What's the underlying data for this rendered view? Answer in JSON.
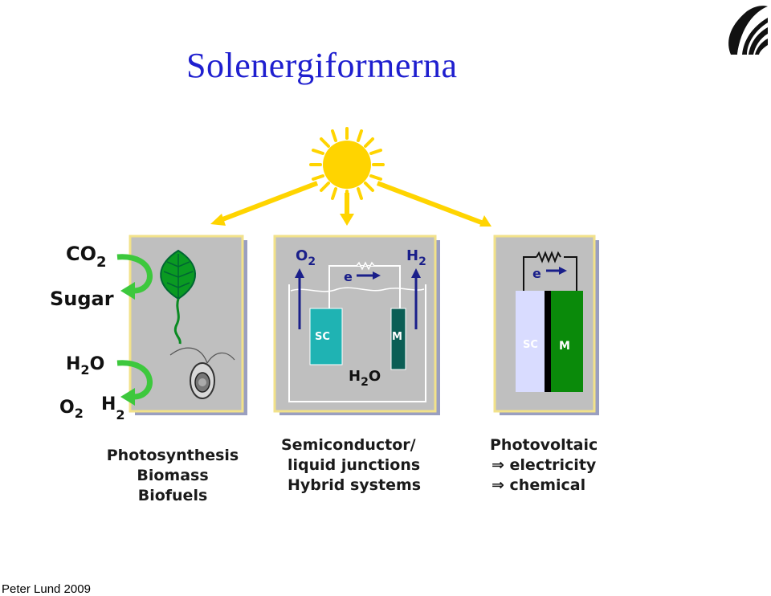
{
  "title": "Solenergiformerna",
  "footer": "Peter Lund 2009",
  "icons": {
    "logo": "university-logo-icon",
    "sun": "sun-icon",
    "leaf": "leaf-icon",
    "cell": "algae-cell-icon"
  },
  "colors": {
    "title": "#1f1fcf",
    "sun": "#ffd400",
    "panel": "#bfbfbf",
    "panel_border": "#f2e28a",
    "green_arrow": "#3dc83d",
    "sc_teal": "#1fb3b3",
    "m_dark_teal": "#0b5e55",
    "pv_m_green": "#0a8a0a",
    "pv_sc_light": "#d9dcff"
  },
  "panel1": {
    "co2": "CO",
    "co2_sub": "2",
    "sugar": "Sugar",
    "h2o_h": "H",
    "h2o_sub": "2",
    "h2o_o": "O",
    "o2_o": "O",
    "o2_sub": "2",
    "h2_h": "H",
    "h2_sub": "2"
  },
  "panel2": {
    "o2_o": "O",
    "o2_sub": "2",
    "h2_h": "H",
    "h2_sub": "2",
    "electron": "e",
    "sc": "SC",
    "m": "M",
    "water_h": "H",
    "water_sub": "2",
    "water_o": "O"
  },
  "panel3": {
    "electron": "e",
    "sc": "SC",
    "m": "M"
  },
  "captions": {
    "p1": [
      "Photosynthesis",
      "Biomass",
      "Biofuels"
    ],
    "p2": [
      "Semiconductor/",
      "liquid junctions",
      "Hybrid systems"
    ],
    "p3": [
      "Photovoltaic",
      "⇒ electricity",
      "⇒ chemical"
    ]
  }
}
